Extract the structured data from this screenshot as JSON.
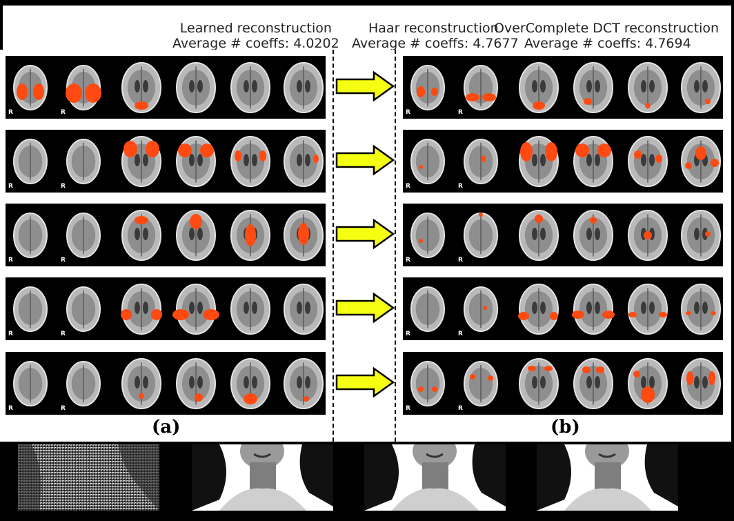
{
  "headers": {
    "learned": {
      "title": "Learned reconstruction",
      "coeffs": "Average # coeffs: 4.0202"
    },
    "haar": {
      "title": "Haar reconstruction",
      "coeffs": "Average # coeffs: 4.7677"
    },
    "dct": {
      "title": "OverComplete DCT reconstruction",
      "coeffs": "Average # coeffs: 4.7694"
    }
  },
  "panel_labels": {
    "a": "(a)",
    "b": "(b)"
  },
  "orientation_mark": "R",
  "colors": {
    "activation": "#ff4a12",
    "arrow_fill": "#f5ff12",
    "arrow_stroke": "#000000",
    "background": "#000000"
  }
}
